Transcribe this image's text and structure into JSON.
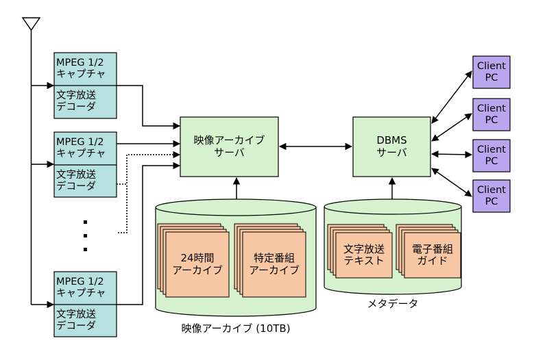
{
  "colors": {
    "capture_fill": "#b7e0e0",
    "server_fill": "#d6f2cf",
    "client_fill": "#b9a6ef",
    "archive_fill": "#f8c8a5",
    "stroke": "#000000"
  },
  "icons": {
    "antenna": "antenna-icon",
    "ellipsis": "vertical-ellipsis-icon"
  },
  "capture_units": [
    {
      "capture": {
        "line1": "MPEG 1/2",
        "line2": "キャプチャ"
      },
      "decoder": {
        "line1": "文字放送",
        "line2": "デコーダ"
      }
    },
    {
      "capture": {
        "line1": "MPEG 1/2",
        "line2": "キャプチャ"
      },
      "decoder": {
        "line1": "文字放送",
        "line2": "デコーダ"
      }
    },
    {
      "capture": {
        "line1": "MPEG 1/2",
        "line2": "キャプチャ"
      },
      "decoder": {
        "line1": "文字放送",
        "line2": "デコーダ"
      }
    }
  ],
  "video_server": {
    "line1": "映像アーカイブ",
    "line2": "サーバ"
  },
  "dbms_server": {
    "line1": "DBMS",
    "line2": "サーバ"
  },
  "video_archive": {
    "caption": "映像アーカイブ (10TB)",
    "items": [
      {
        "line1": "24時間",
        "line2": "アーカイブ"
      },
      {
        "line1": "特定番組",
        "line2": "アーカイブ"
      }
    ]
  },
  "metadata_store": {
    "caption": "メタデータ",
    "items": [
      {
        "line1": "文字放送",
        "line2": "テキスト"
      },
      {
        "line1": "電子番組",
        "line2": "ガイド"
      }
    ]
  },
  "clients": [
    {
      "line1": "Client",
      "line2": "PC"
    },
    {
      "line1": "Client",
      "line2": "PC"
    },
    {
      "line1": "Client",
      "line2": "PC"
    },
    {
      "line1": "Client",
      "line2": "PC"
    }
  ]
}
